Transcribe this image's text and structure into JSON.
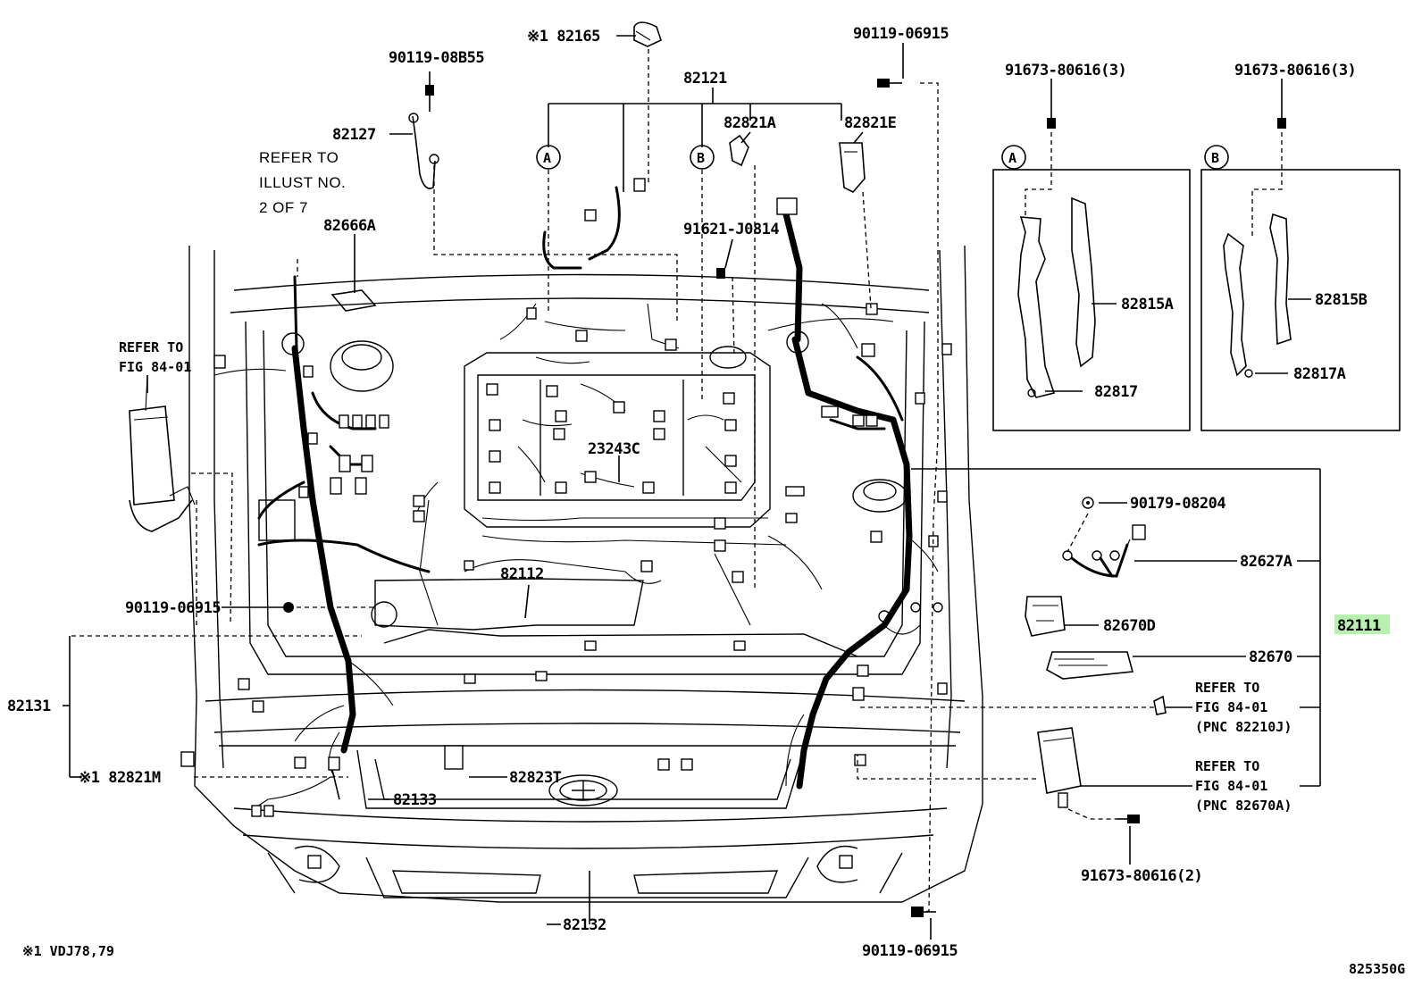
{
  "labels": {
    "p82165": "※1 82165",
    "p90119_08B55": "90119-08B55",
    "p82121": "82121",
    "p90119_06915_top": "90119-06915",
    "p91673_a": "91673-80616(3)",
    "p91673_b": "91673-80616(3)",
    "p82127": "82127",
    "p82821A": "82821A",
    "p82821E": "82821E",
    "refer_illust_1": "REFER TO",
    "refer_illust_2": "ILLUST NO.",
    "refer_illust_3": "2 OF 7",
    "p82666A": "82666A",
    "p91621": "91621-J0814",
    "refer_fig_left_1": "REFER TO",
    "refer_fig_left_2": "FIG 84-01",
    "p23243C": "23243C",
    "p82815A": "82815A",
    "p82815B": "82815B",
    "p82817": "82817",
    "p82817A": "82817A",
    "p90179": "90179-08204",
    "p82627A": "82627A",
    "p82112": "82112",
    "p90119_06915_left": "90119-06915",
    "p82670D": "82670D",
    "p82111": "82111",
    "p82670": "82670",
    "p82131": "82131",
    "refer_fig_r1_1": "REFER TO",
    "refer_fig_r1_2": "FIG 84-01",
    "refer_fig_r1_3": "(PNC 82210J)",
    "p82821M": "※1 82821M",
    "p82823T": "82823T",
    "refer_fig_r2_1": "REFER TO",
    "refer_fig_r2_2": "FIG 84-01",
    "refer_fig_r2_3": "(PNC 82670A)",
    "p82133": "82133",
    "p91673_bottom": "91673-80616(2)",
    "p82132": "82132",
    "p90119_06915_bottom": "90119-06915",
    "footnote": "※1 VDJ78,79",
    "illust_no": "825350G",
    "callout_a": "A",
    "callout_b": "B",
    "callout_a_box": "A",
    "callout_b_box": "B"
  },
  "colors": {
    "highlight": "#b8f0b0"
  }
}
